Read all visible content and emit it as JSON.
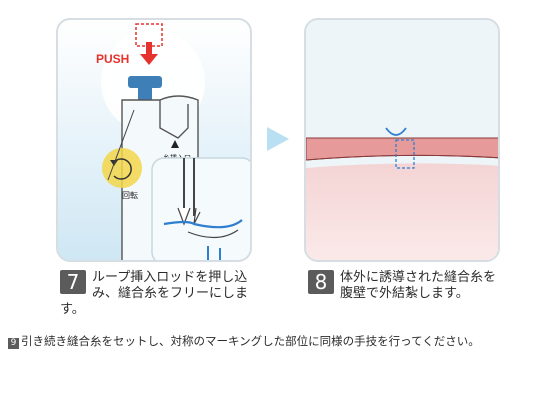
{
  "left_panel": {
    "push_label": "PUSH",
    "insert_label": "糸挿入口",
    "rotate_label": "回転"
  },
  "right_panel": {},
  "step7": {
    "number": "7",
    "text": "ループ挿入ロッドを押し込み、縫合糸をフリーにします。"
  },
  "step8": {
    "number": "8",
    "text": "体外に誘導された縫合糸を腹壁で外結紮します。"
  },
  "step9": {
    "number": "9",
    "text": "引き続き縫合糸をセットし、対称のマーキングした部位に同様の手技を行ってください。"
  },
  "colors": {
    "accent_red": "#e5322d",
    "plunger_blue": "#3e7fb8",
    "tissue_red": "#e79a9a",
    "suture_blue": "#2f7fd0",
    "arrow_light_blue": "#b9dff2"
  },
  "icons": [
    "push-arrow-icon",
    "rotate-arrow-icon",
    "next-step-arrow-icon"
  ]
}
